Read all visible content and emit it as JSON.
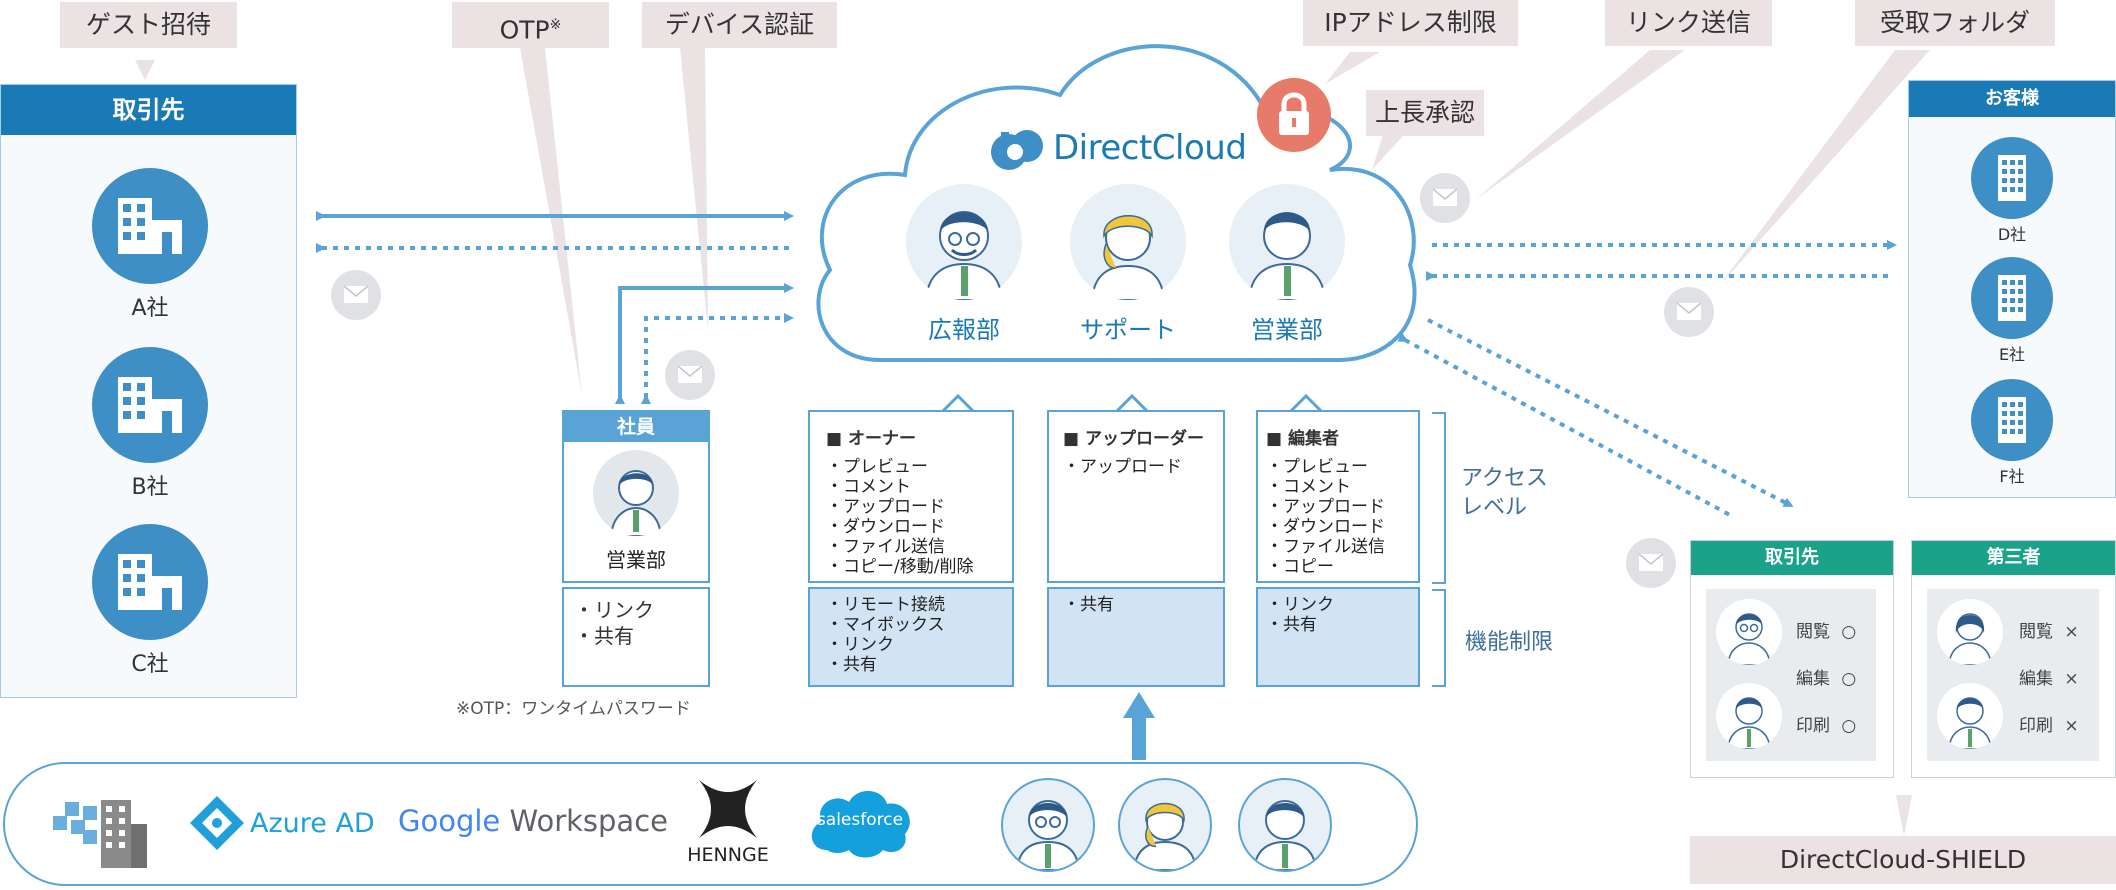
{
  "callouts": {
    "guest": "ゲスト招待",
    "otp": "OTP",
    "otp_mark": "※",
    "device": "デバイス認証",
    "ip": "IPアドレス制限",
    "approval": "上長承認",
    "link": "リンク送信",
    "folder": "受取フォルダ"
  },
  "partners": {
    "title": "取引先",
    "companies": [
      "A社",
      "B社",
      "C社"
    ]
  },
  "employee": {
    "title": "社員",
    "dept": "営業部",
    "functions": [
      "・リンク",
      "・共有"
    ],
    "otp_note": "※OTP：ワンタイムパスワード"
  },
  "cloud": {
    "brand": "DirectCloud",
    "users": [
      "広報部",
      "サポート",
      "営業部"
    ]
  },
  "roles": [
    {
      "title": "■ オーナー",
      "access": [
        "・プレビュー",
        "・コメント",
        "・アップロード",
        "・ダウンロード",
        "・ファイル送信",
        "・コピー/移動/削除"
      ],
      "functions": [
        "・リモート接続",
        "・マイボックス",
        "・リンク",
        "・共有"
      ]
    },
    {
      "title": "■ アップローダー",
      "access": [
        "・アップロード"
      ],
      "functions": [
        "・共有"
      ]
    },
    {
      "title": "■ 編集者",
      "access": [
        "・プレビュー",
        "・コメント",
        "・アップロード",
        "・ダウンロード",
        "・ファイル送信",
        "・コピー"
      ],
      "functions": [
        "・リンク",
        "・共有"
      ]
    }
  ],
  "brackets": {
    "access": "アクセス\nレベル",
    "access_l1": "アクセス",
    "access_l2": "レベル",
    "function": "機能制限"
  },
  "customers": {
    "title": "お客様",
    "companies": [
      "D社",
      "E社",
      "F社"
    ]
  },
  "shield": {
    "partner_title": "取引先",
    "third_title": "第三者",
    "permissions": [
      "閲覧",
      "編集",
      "印刷"
    ],
    "partner_marks": [
      "○",
      "○",
      "○"
    ],
    "third_marks": [
      "×",
      "×",
      "×"
    ],
    "label": "DirectCloud-SHIELD"
  },
  "integrations": {
    "azure": "Azure AD",
    "google_word": "Google",
    "workspace": "Workspace",
    "hennge": "HENNGE",
    "salesforce": "salesforce"
  },
  "colors": {
    "blue": "#1a7ab5",
    "icon_blue": "#3d8fc6",
    "light_blue": "#d2e4f4",
    "teal": "#1ba38a",
    "callout": "#ebe3e3",
    "lock": "#e87a6a"
  }
}
